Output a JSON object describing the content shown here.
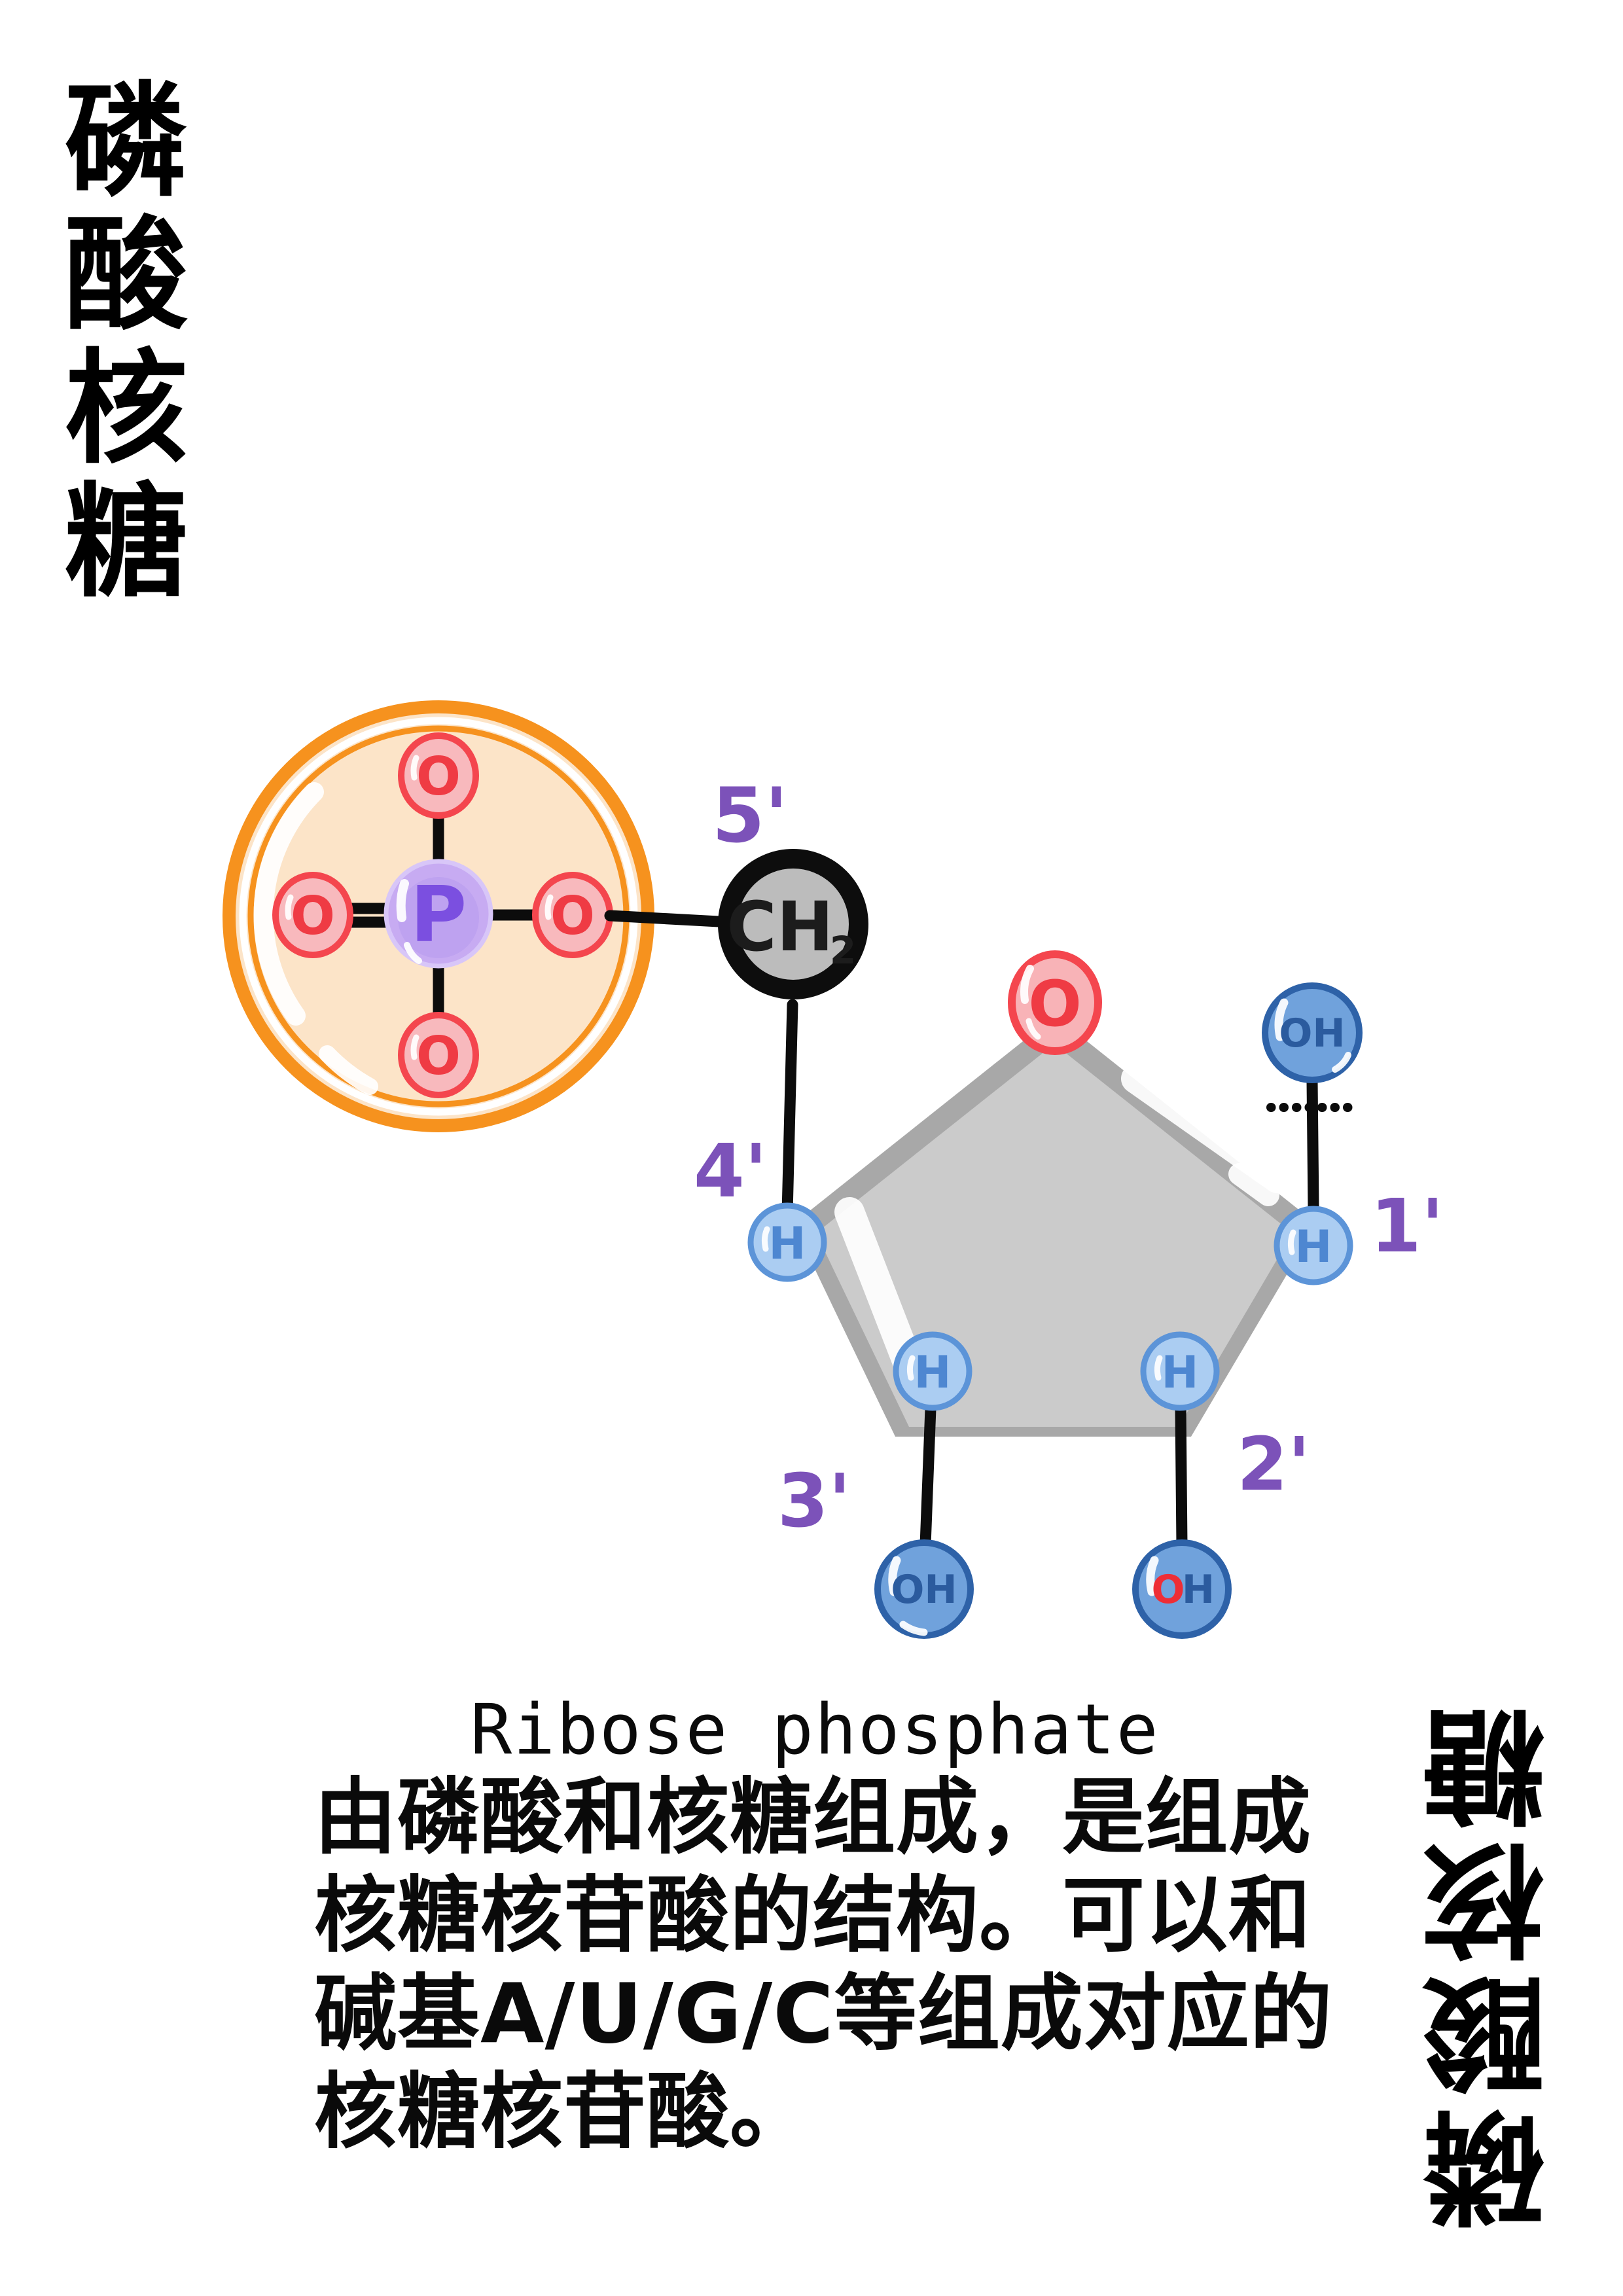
{
  "titles": {
    "top_left": "磷酸核糖",
    "bottom_right": "磷酸核糖"
  },
  "caption": {
    "title": "Ribose phosphate",
    "lines": [
      "由磷酸和核糖组成，是组成",
      "核糖核苷酸的结构。可以和",
      "碱基A/U/G/C等组成对应的",
      "核糖核苷酸。"
    ]
  },
  "molecule": {
    "phosphate_group": {
      "phosphorus": "P",
      "oxygen_top": "O",
      "oxygen_left": "O",
      "oxygen_right": "O",
      "oxygen_bottom": "O"
    },
    "ch2": {
      "main": "CH",
      "subscript": "2"
    },
    "ring_oxygen": "O",
    "hydrogens": {
      "c4": "H",
      "c3": "H",
      "c2": "H",
      "c1": "H"
    },
    "hydroxyls": {
      "c1": "OH",
      "c3": "OH",
      "c2_oxygen": "O",
      "c2_hydrogen": "H"
    },
    "position_labels": {
      "c5": "5'",
      "c4": "4'",
      "c3": "3'",
      "c2": "2'",
      "c1": "1'"
    }
  },
  "colors": {
    "orange_ring": "#F6921E",
    "peach_fill": "#FCE4C8",
    "phosphorus_fill": "#C7ABF2",
    "phosphorus_letter": "#7B4FE0",
    "oxygen_stroke": "#F4464E",
    "oxygen_fill": "#F8B9BD",
    "hydrogen_fill": "#ABCDF2",
    "hydrogen_stroke": "#5C94D8",
    "hydroxyl_fill": "#70A2DC",
    "hydroxyl_stroke": "#2E62A8",
    "carbon_gray": "#BCBCBC",
    "ring_gray_outer": "#A8A8A8",
    "ring_gray_inner": "#CBCBCB",
    "label_purple": "#7C52B9"
  }
}
